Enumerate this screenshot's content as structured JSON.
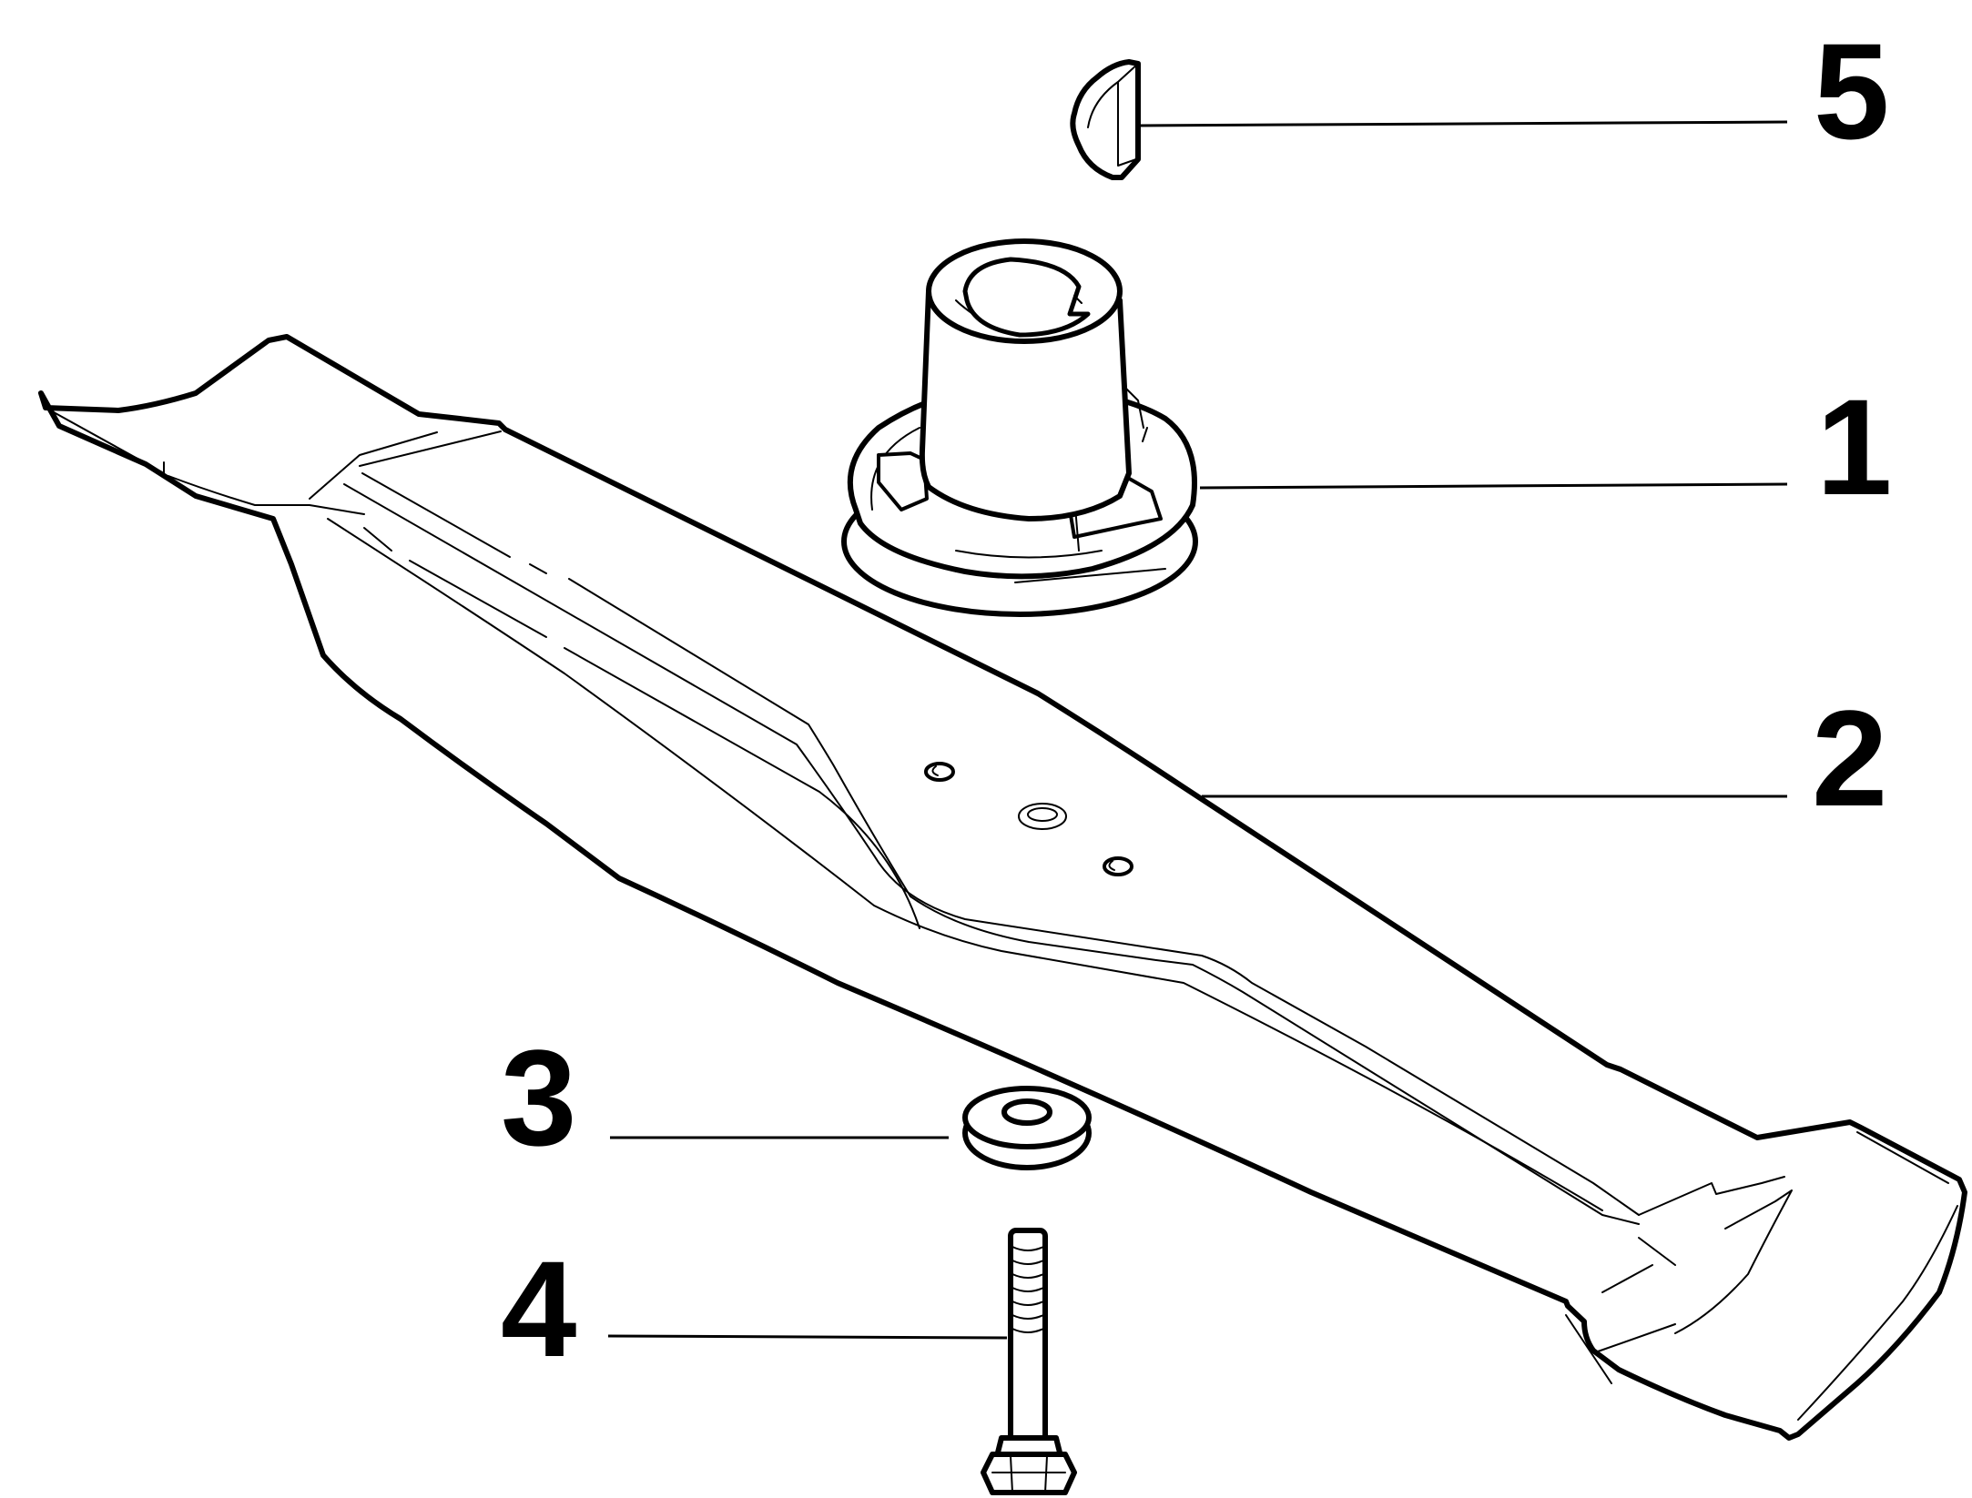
{
  "callouts": [
    {
      "id": "1",
      "label": "1",
      "part": "blade-hub-adapter"
    },
    {
      "id": "2",
      "label": "2",
      "part": "mower-blade"
    },
    {
      "id": "3",
      "label": "3",
      "part": "washer"
    },
    {
      "id": "4",
      "label": "4",
      "part": "bolt"
    },
    {
      "id": "5",
      "label": "5",
      "part": "woodruff-key"
    }
  ],
  "colors": {
    "line": "#000000",
    "background": "#ffffff"
  }
}
